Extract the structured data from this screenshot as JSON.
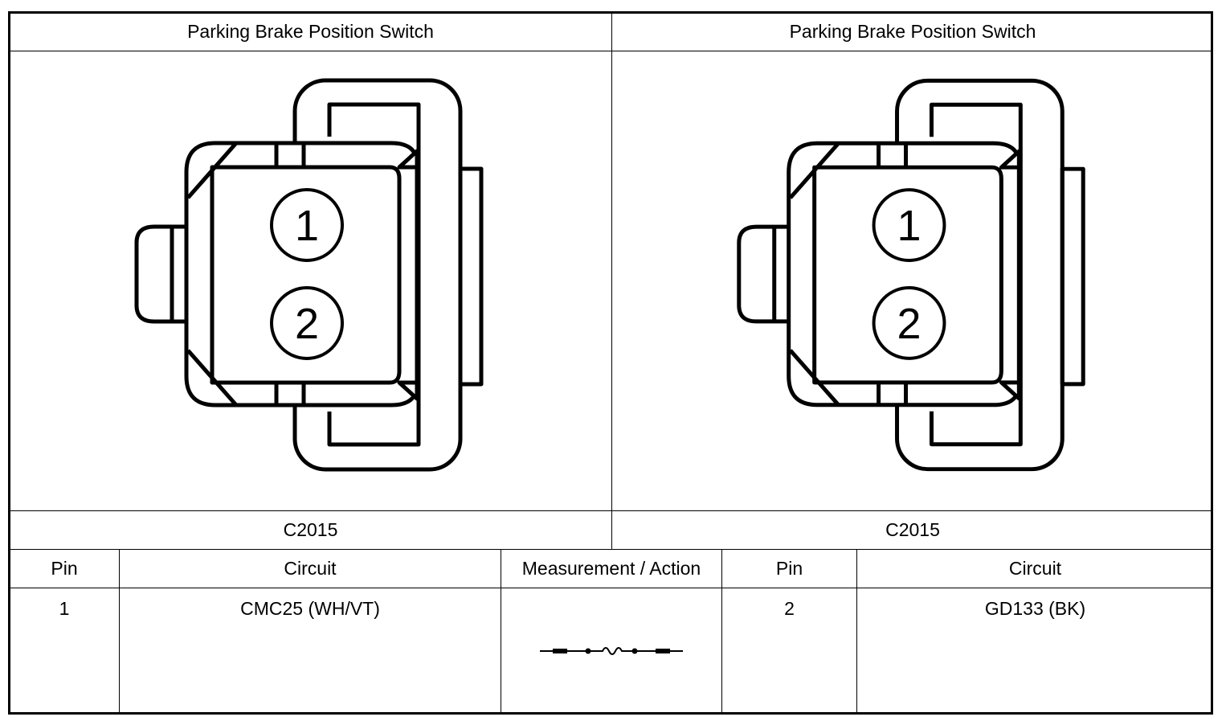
{
  "connectors": [
    {
      "title": "Parking Brake Position Switch",
      "pins": [
        "1",
        "2"
      ],
      "id": "C2015"
    },
    {
      "title": "Parking Brake Position Switch",
      "pins": [
        "1",
        "2"
      ],
      "id": "C2015"
    }
  ],
  "table": {
    "headers": [
      "Pin",
      "Circuit",
      "Measurement / Action",
      "Pin",
      "Circuit"
    ],
    "row": {
      "pin_a": "1",
      "circuit_a": "CMC25 (WH/VT)",
      "measurement_icon": "resistance-measurement-icon",
      "pin_b": "2",
      "circuit_b": "GD133 (BK)"
    }
  }
}
